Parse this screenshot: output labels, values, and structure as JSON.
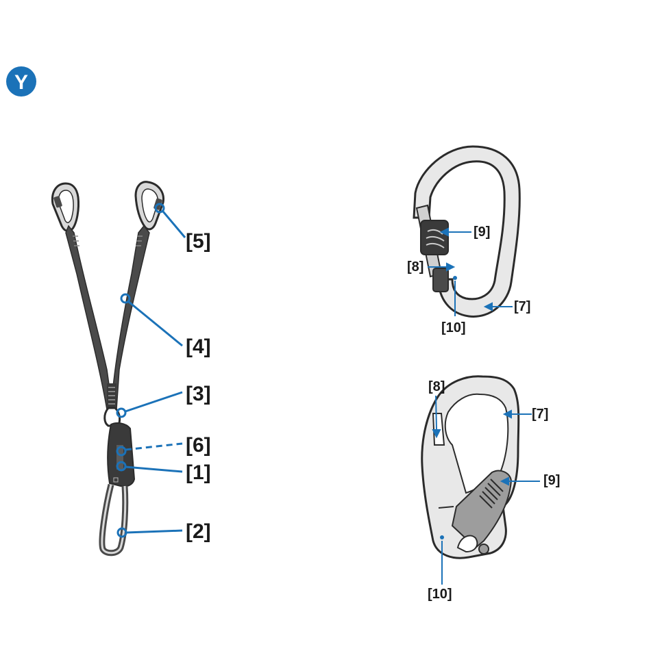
{
  "badge": {
    "letter": "Y",
    "color": "#1b72b8"
  },
  "lanyard_labels": {
    "l1": "[1]",
    "l2": "[2]",
    "l3": "[3]",
    "l4": "[4]",
    "l5": "[5]",
    "l6": "[6]"
  },
  "screwlock_labels": {
    "l7": "[7]",
    "l8": "[8]",
    "l9": "[9]",
    "l10": "[10]"
  },
  "hook_labels": {
    "l7": "[7]",
    "l8": "[8]",
    "l9": "[9]",
    "l10": "[10]"
  },
  "colors": {
    "accent": "#1b72b8",
    "webbing": "#4a4a4a",
    "metal_fill": "#e8e8e8",
    "outline": "#2b2b2b",
    "lever_fill": "#9d9d9d"
  }
}
